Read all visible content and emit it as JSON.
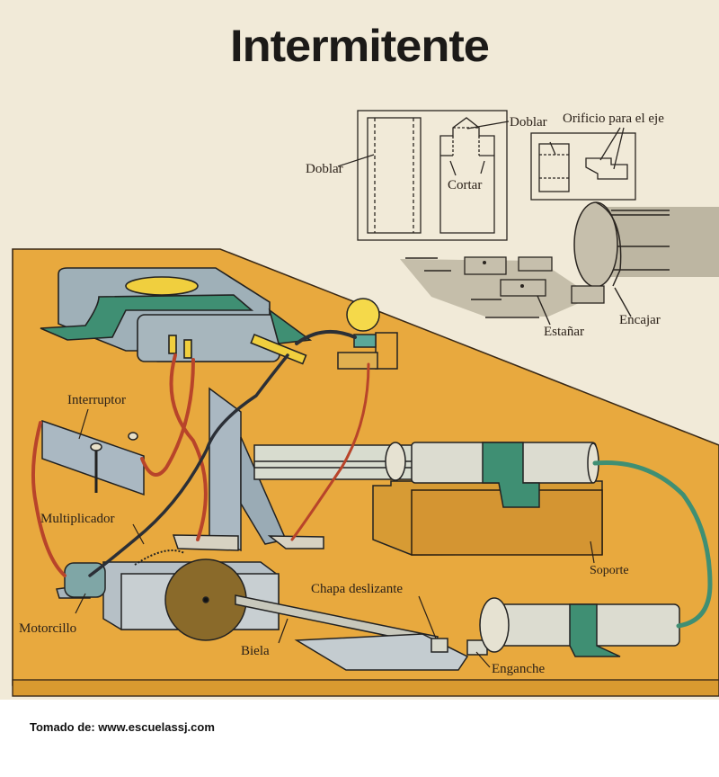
{
  "title": "Intermitente",
  "labels": {
    "doblar_left": "Doblar",
    "doblar_top": "Doblar",
    "cortar": "Cortar",
    "orificio": "Orificio para el eje",
    "estanar": "Estañar",
    "encajar": "Encajar",
    "interruptor": "Interruptor",
    "multiplicador": "Multiplicador",
    "motorcillo": "Motorcillo",
    "biela": "Biela",
    "chapa_deslizante": "Chapa deslizante",
    "enganche": "Enganche",
    "soporte": "Soporte"
  },
  "footer": "Tomado de: www.escuelassj.com",
  "colors": {
    "paper": "#f1ead8",
    "board": "#e8a93e",
    "board_edge": "#d99a30",
    "metal": "#aab4bc",
    "green_tape": "#3f8f73",
    "wire_red": "#b8442a",
    "wire_dark": "#2b2f36",
    "bulb": "#f5d94a",
    "wheel": "#8a6a2a",
    "diagram_gray": "#bdb6a2"
  }
}
